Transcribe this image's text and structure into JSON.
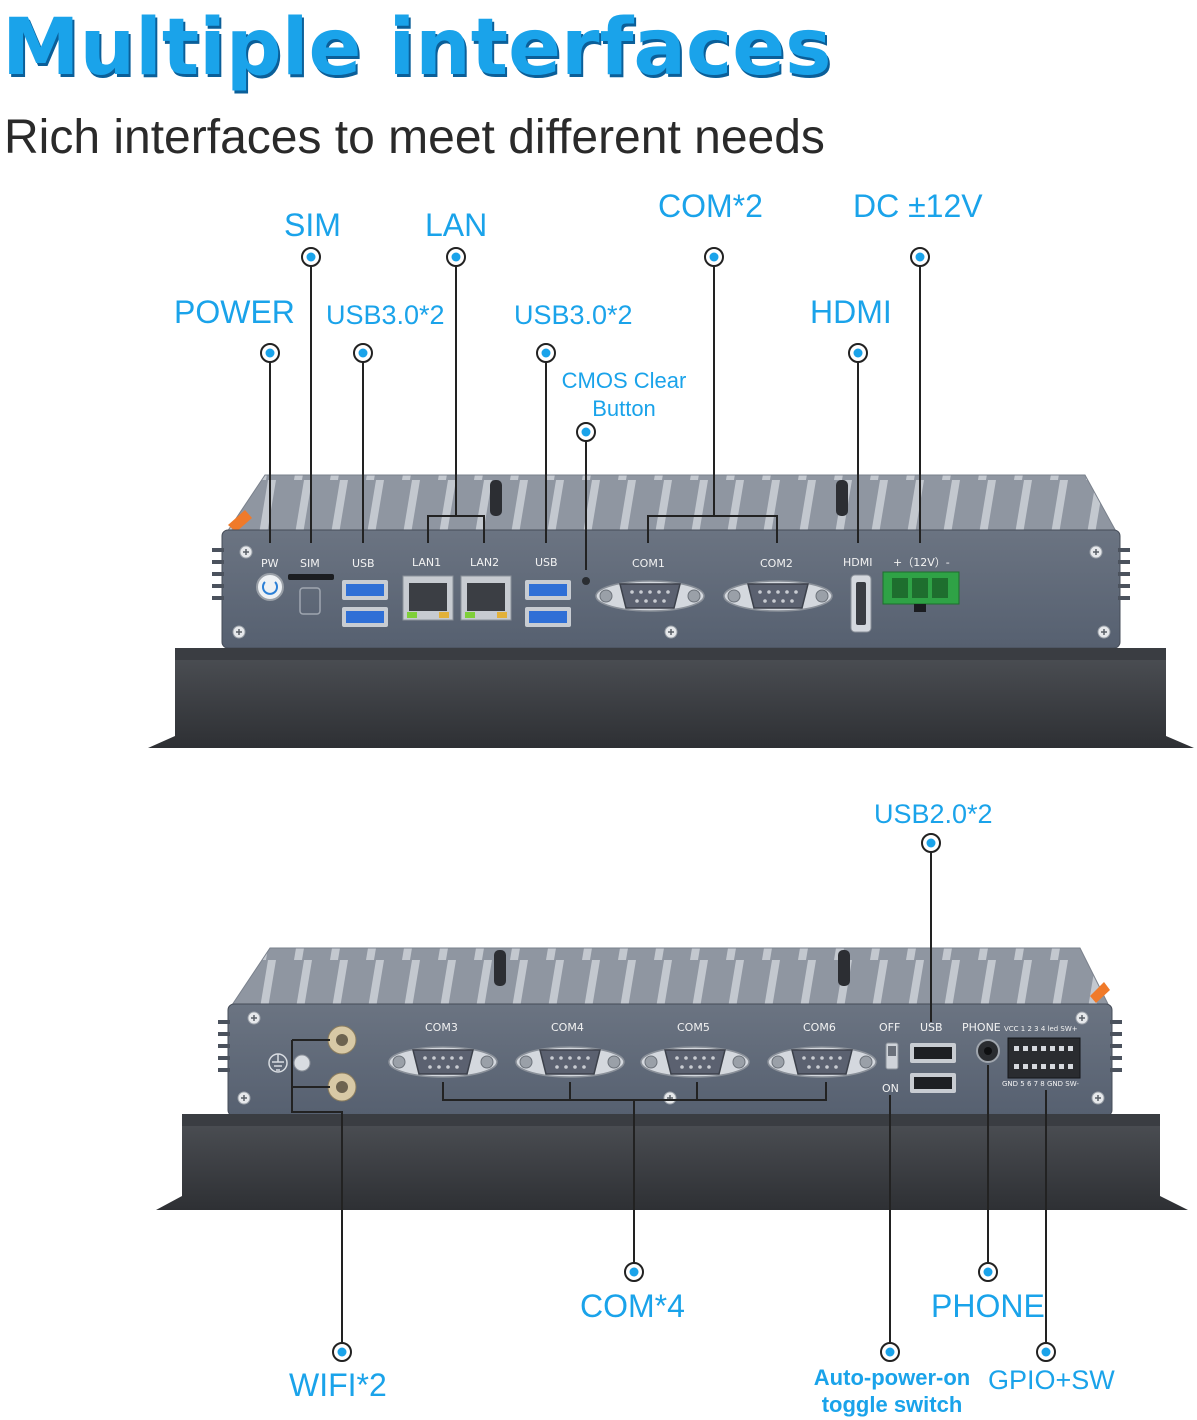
{
  "heading": {
    "title": "Multiple interfaces",
    "subtitle": "Rich interfaces to meet different needs"
  },
  "colors": {
    "accent": "#1aa3ea",
    "panel": "#5f6877",
    "bezel": "#3a3d42",
    "text": "#2a2a2a"
  },
  "top_unit": {
    "callouts": {
      "power": "POWER",
      "sim": "SIM",
      "usb_a": "USB3.0*2",
      "lan": "LAN",
      "usb_b": "USB3.0*2",
      "cmos_line1": "CMOS Clear",
      "cmos_line2": "Button",
      "com": "COM*2",
      "hdmi": "HDMI",
      "dc": "DC ±12V"
    },
    "ports": {
      "pw": "PW",
      "sim": "SIM",
      "usb1": "USB",
      "lan1": "LAN1",
      "lan2": "LAN2",
      "usb2": "USB",
      "com1": "COM1",
      "com2": "COM2",
      "hdmi": "HDMI",
      "dc": "+（12V）-"
    }
  },
  "bottom_unit": {
    "callouts": {
      "usb2": "USB2.0*2",
      "com": "COM*4",
      "phone": "PHONE",
      "wifi": "WIFI*2",
      "auto_line1": "Auto-power-on",
      "auto_line2": "toggle switch",
      "gpio": "GPIO+SW"
    },
    "ports": {
      "com3": "COM3",
      "com4": "COM4",
      "com5": "COM5",
      "com6": "COM6",
      "off": "OFF",
      "on": "ON",
      "usb": "USB",
      "phone": "PHONE",
      "gpio_top": "VCC 1 2 3 4 led SW+",
      "gpio_bottom": "GND 5 6 7 8 GND SW-"
    }
  }
}
